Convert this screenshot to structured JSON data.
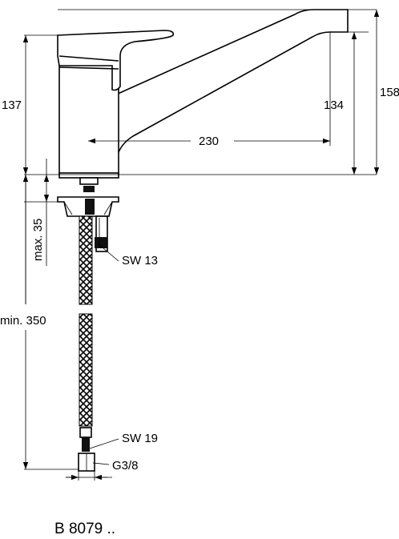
{
  "dimensions": {
    "body_height": "137",
    "total_height": "158",
    "spout_height": "134",
    "spout_reach": "230",
    "mount_thickness": "max. 35",
    "hose_length": "min. 350"
  },
  "labels": {
    "wrench_upper": "SW 13",
    "wrench_lower": "SW 19",
    "thread": "G3/8"
  },
  "product_code": "B 8079 .."
}
